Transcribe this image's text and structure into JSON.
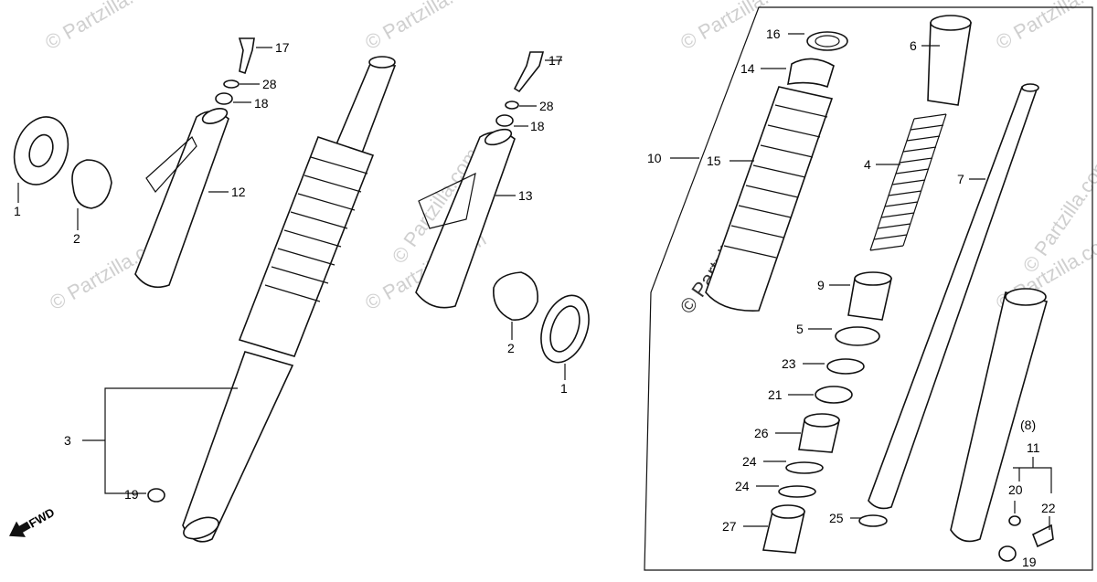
{
  "watermark": "© Partzilla.com",
  "direction_label": "FWD",
  "callouts": {
    "l1": "1",
    "l2": "2",
    "l3": "3",
    "l12": "12",
    "l17": "17",
    "l28": "28",
    "l18": "18",
    "l19": "19",
    "m13": "13",
    "m17": "17",
    "m28": "28",
    "m18": "18",
    "m2": "2",
    "m1": "1",
    "r16": "16",
    "r14": "14",
    "r10": "10",
    "r15": "15",
    "r6": "6",
    "r4": "4",
    "r7": "7",
    "r9": "9",
    "r5": "5",
    "r23": "23",
    "r21": "21",
    "r26": "26",
    "r24a": "24",
    "r24b": "24",
    "r27": "27",
    "r25": "25",
    "r8": "(8)",
    "r11": "11",
    "r20": "20",
    "r22": "22",
    "r19": "19"
  }
}
